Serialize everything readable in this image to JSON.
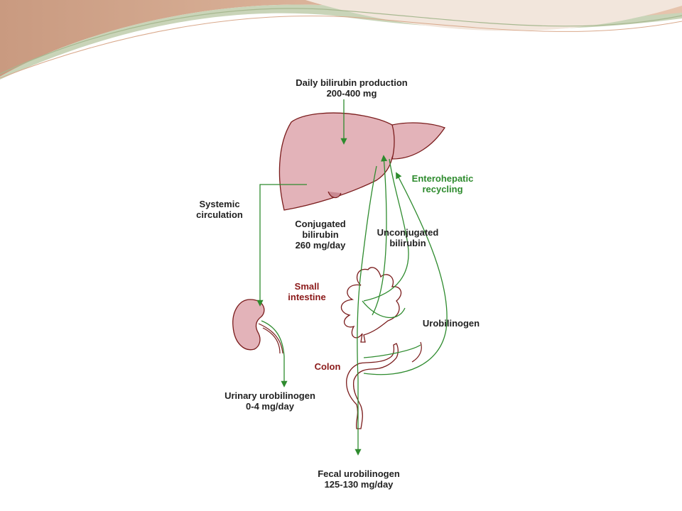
{
  "colors": {
    "liver_fill": "#e3b3b9",
    "organ_stroke": "#7a1c1c",
    "arrow_green": "#2e8b2e",
    "text_dark": "#222222",
    "text_red": "#8b1a1a",
    "header_tan": "#d6ac92",
    "header_green": "#c6d2b4"
  },
  "labels": {
    "daily_production_1": "Daily bilirubin production",
    "daily_production_2": "200-400 mg",
    "systemic_1": "Systemic",
    "systemic_2": "circulation",
    "conjugated_1": "Conjugated",
    "conjugated_2": "bilirubin",
    "conjugated_3": "260 mg/day",
    "unconjugated_1": "Unconjugated",
    "unconjugated_2": "bilirubin",
    "enterohepatic_1": "Enterohepatic",
    "enterohepatic_2": "recycling",
    "small_intestine_1": "Small",
    "small_intestine_2": "intestine",
    "urobilinogen": "Urobilinogen",
    "colon": "Colon",
    "urinary_1": "Urinary urobilinogen",
    "urinary_2": "0-4 mg/day",
    "fecal_1": "Fecal urobilinogen",
    "fecal_2": "125-130 mg/day"
  }
}
